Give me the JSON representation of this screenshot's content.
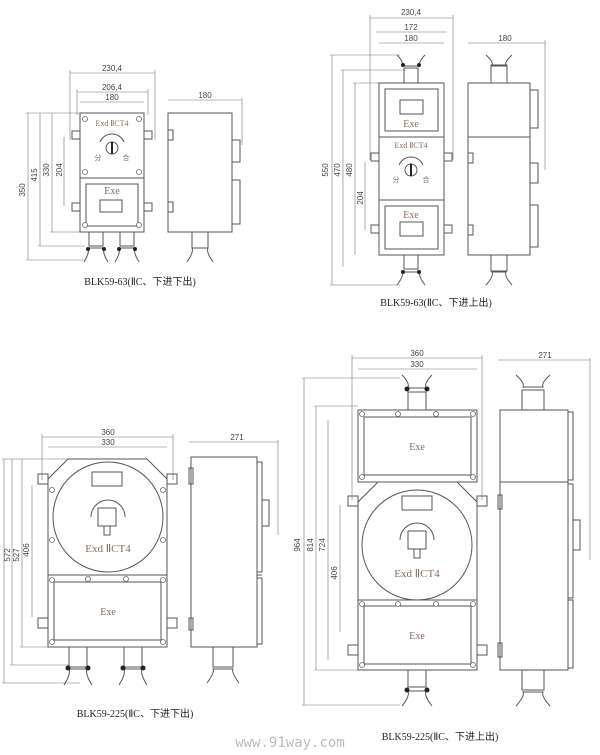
{
  "drawings": [
    {
      "caption": "BLK59-63(ⅡC、下进下出)",
      "dims": {
        "w1": "230,4",
        "w2": "206,4",
        "w3": "180",
        "side": "180",
        "h1": "350",
        "h2": "415",
        "h3": "330",
        "h4": "204"
      },
      "labels": {
        "exd": "Exd ⅡCT4",
        "exe": "Exe",
        "off": "分",
        "on": "合"
      }
    },
    {
      "caption": "BLK59-63(ⅡC、下进上出)",
      "dims": {
        "w1": "230,4",
        "w2": "172",
        "w3": "180",
        "side": "180",
        "h1": "550",
        "h2": "470",
        "h3": "480",
        "h4": "204"
      },
      "labels": {
        "exd": "Exd ⅡCT4",
        "exe": "Exe",
        "off": "分",
        "on": "合"
      }
    },
    {
      "caption": "BLK59-225(ⅡC、下进下出)",
      "dims": {
        "w1": "360",
        "w2": "330",
        "side": "271",
        "h1": "572",
        "h2": "527",
        "h3": "406"
      },
      "labels": {
        "exd": "Exd ⅡCT4",
        "exe": "Exe"
      }
    },
    {
      "caption": "BLK59-225(ⅡC、下进上出)",
      "dims": {
        "w1": "360",
        "w2": "330",
        "side": "271",
        "h1": "964",
        "h2": "814",
        "h3": "724",
        "h4": "406"
      },
      "labels": {
        "exd": "Exd ⅡCT4",
        "exe": "Exe"
      }
    }
  ],
  "watermark": "www.91way.com"
}
